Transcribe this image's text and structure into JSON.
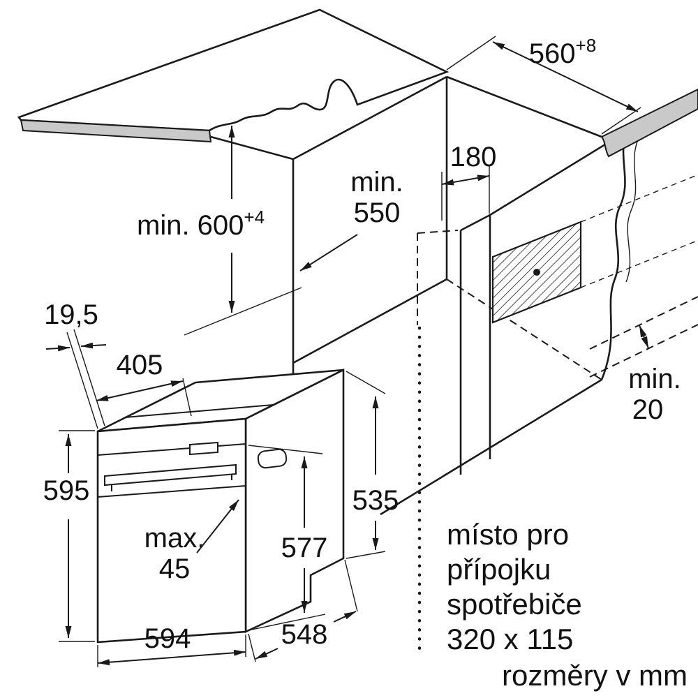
{
  "figure": {
    "kind": "appliance installation drawing",
    "units_note": "rozměry v mm",
    "connection_note": {
      "lines": [
        "místo pro",
        "přípojku",
        "spotřebiče",
        "320 x 115"
      ]
    },
    "dims": {
      "niche_depth": {
        "value": "560",
        "tol": "+8"
      },
      "connection_offset": "180",
      "niche_min_depth": {
        "prefix": "min.",
        "value": "550"
      },
      "niche_min_height": {
        "value": "min. 600",
        "tol": "+4"
      },
      "rear_gap": {
        "prefix": "min.",
        "value": "20"
      },
      "front_overhang": "19,5",
      "top_depth": "405",
      "oven_height": "595",
      "handle_max": {
        "prefix": "max.",
        "value": "45"
      },
      "body_height": "577",
      "rear_height": "535",
      "oven_width": "594",
      "oven_depth": "548"
    },
    "colors": {
      "line": "#1a1a1a",
      "cut_fill": "#c9c9c9"
    }
  }
}
